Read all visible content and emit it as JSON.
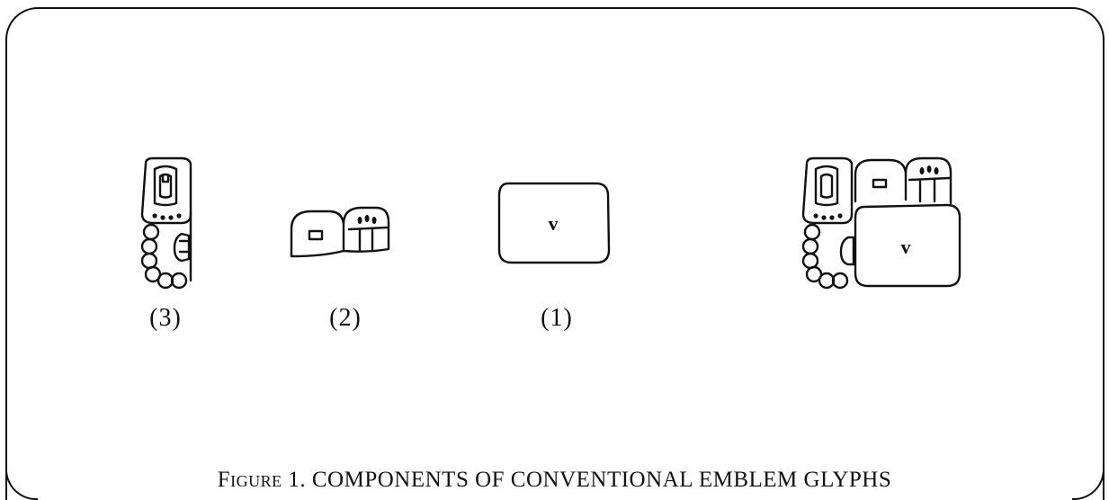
{
  "labels": {
    "component_3": "(3)",
    "component_2": "(2)",
    "component_1": "(1)"
  },
  "main_sign_letter": "v",
  "main_sign_letter_combined": "v",
  "caption": {
    "figure_prefix": "Figure 1.",
    "text": "COMPONENTS OF  CONVENTIONAL EMBLEM GLYPHS"
  }
}
